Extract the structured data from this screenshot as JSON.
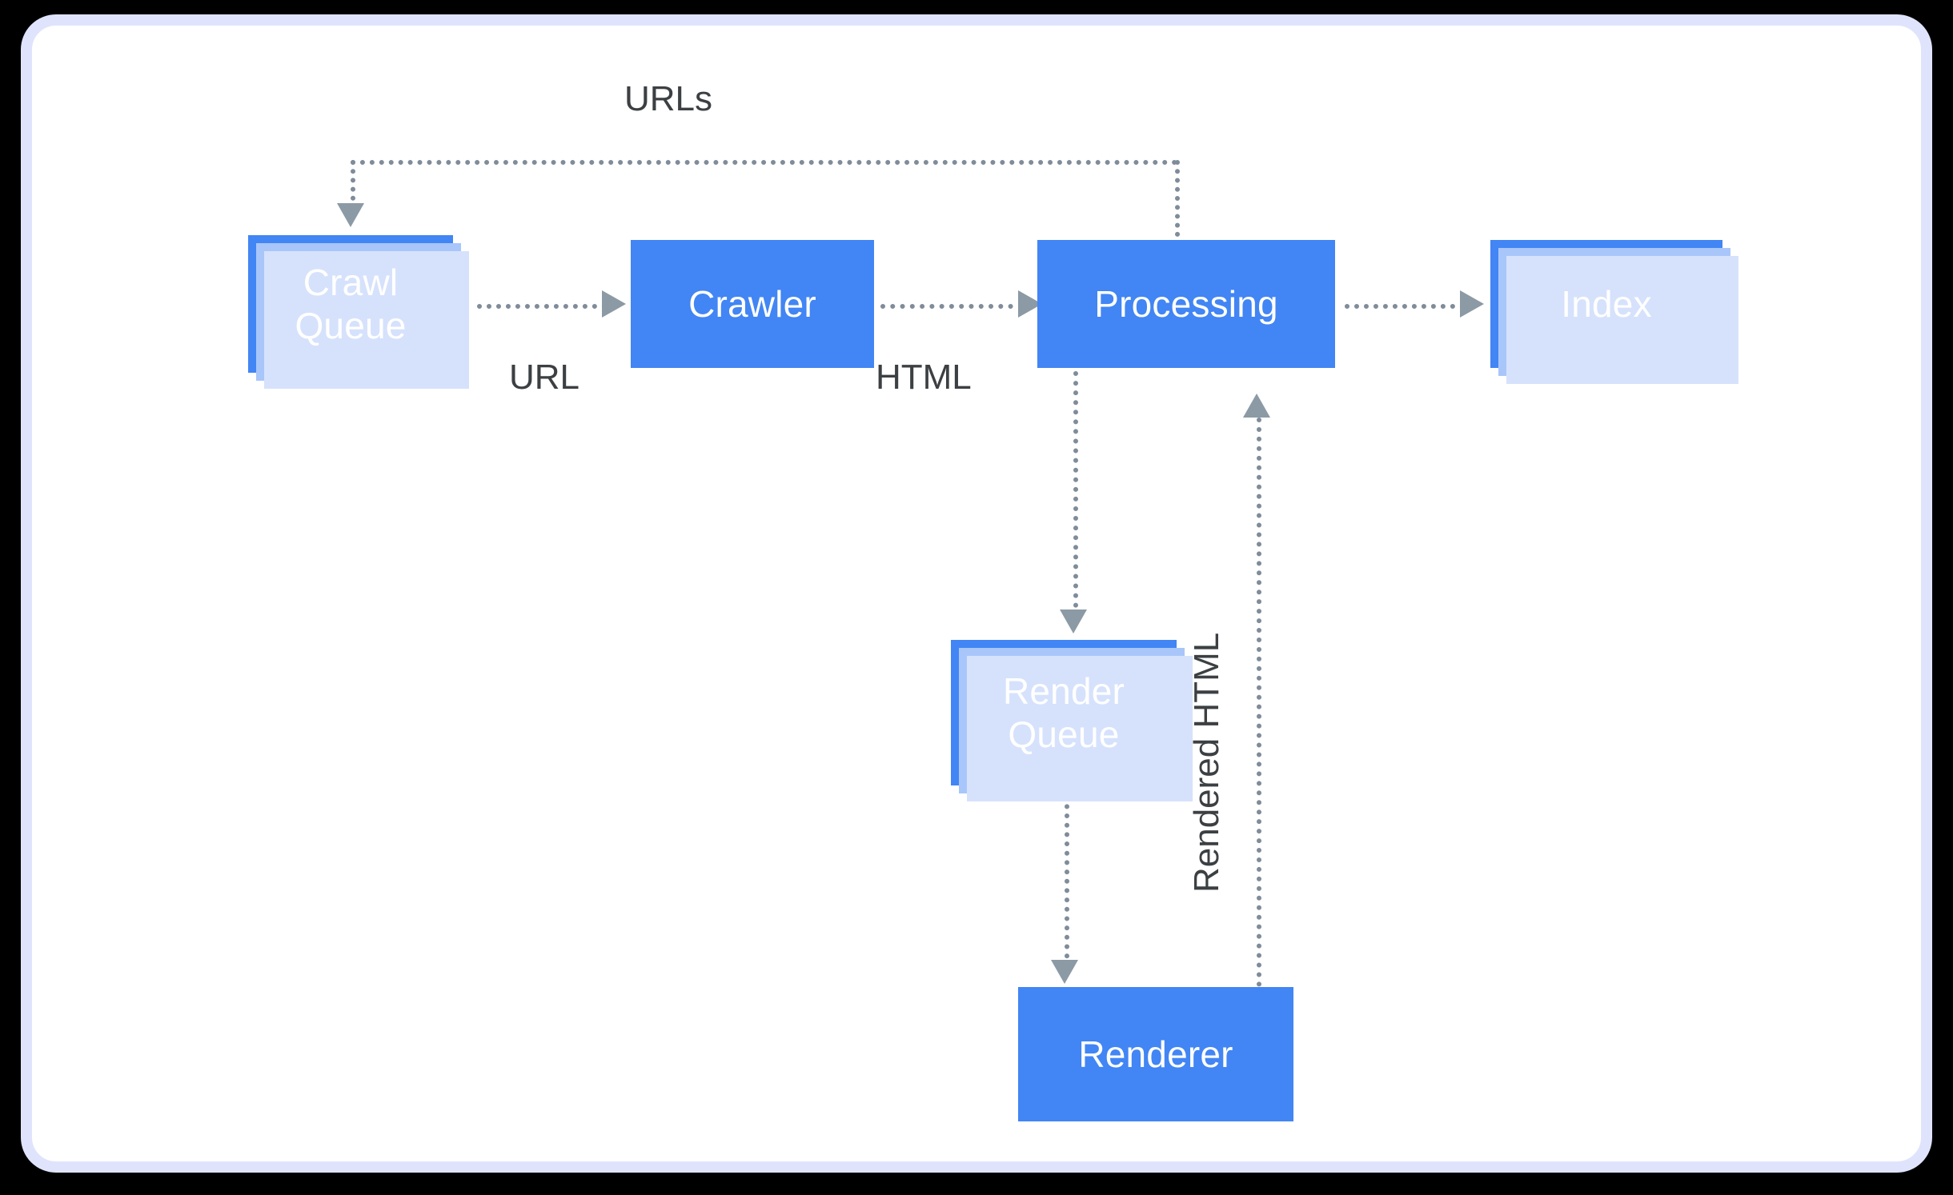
{
  "diagram": {
    "title": "Googlebot crawling, rendering and indexing pipeline",
    "colors": {
      "node_fill": "#4285f4",
      "node_text": "#ffffff",
      "shadow_mid": "#a9c6fa",
      "shadow_light": "#d6e2fc",
      "connector": "#7f8c99",
      "arrowhead": "#8b9aa5",
      "label_text": "#3c4043",
      "card_background": "#ffffff",
      "card_border": "#dfe4fc",
      "page_background": "#000000"
    },
    "nodes": [
      {
        "id": "crawl-queue",
        "label": "Crawl\nQueue",
        "line1": "Crawl",
        "line2": "Queue"
      },
      {
        "id": "crawler",
        "label": "Crawler",
        "line1": "Crawler",
        "line2": ""
      },
      {
        "id": "processing",
        "label": "Processing",
        "line1": "Processing",
        "line2": ""
      },
      {
        "id": "index",
        "label": "Index",
        "line1": "Index",
        "line2": ""
      },
      {
        "id": "render-queue",
        "label": "Render\nQueue",
        "line1": "Render",
        "line2": "Queue"
      },
      {
        "id": "renderer",
        "label": "Renderer",
        "line1": "Renderer",
        "line2": ""
      }
    ],
    "edges": [
      {
        "id": "urls",
        "label": "URLs",
        "from": "processing",
        "to": "crawl-queue"
      },
      {
        "id": "url",
        "label": "URL",
        "from": "crawl-queue",
        "to": "crawler"
      },
      {
        "id": "html",
        "label": "HTML",
        "from": "crawler",
        "to": "processing"
      },
      {
        "id": "to-index",
        "label": "",
        "from": "processing",
        "to": "index"
      },
      {
        "id": "to-renderq",
        "label": "",
        "from": "processing",
        "to": "render-queue"
      },
      {
        "id": "to-renderer",
        "label": "",
        "from": "render-queue",
        "to": "renderer"
      },
      {
        "id": "rendered-html",
        "label": "Rendered HTML",
        "from": "renderer",
        "to": "processing"
      }
    ]
  }
}
